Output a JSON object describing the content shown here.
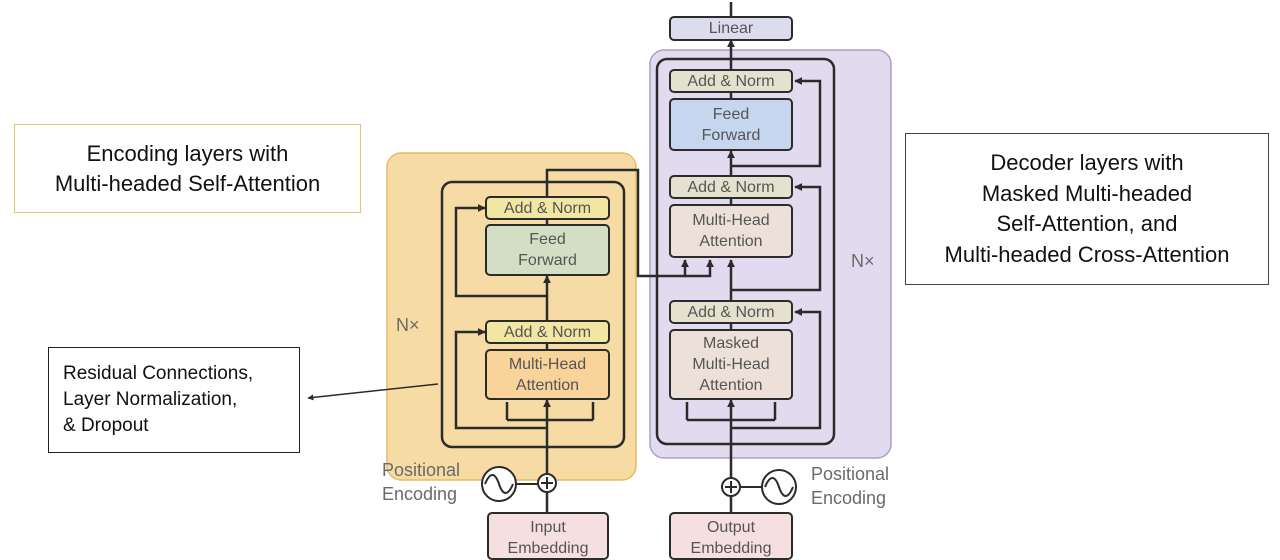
{
  "encoder": {
    "repeat_label": "N×",
    "add_norm_top": "Add & Norm",
    "feed_forward": [
      "Feed",
      "Forward"
    ],
    "add_norm_bottom": "Add & Norm",
    "attention": [
      "Multi-Head",
      "Attention"
    ],
    "positional_encoding": [
      "Positional",
      "Encoding"
    ],
    "input_embedding": [
      "Input",
      "Embedding"
    ]
  },
  "decoder": {
    "repeat_label": "N×",
    "linear": "Linear",
    "add_norm_top": "Add & Norm",
    "feed_forward": [
      "Feed",
      "Forward"
    ],
    "add_norm_middle": "Add & Norm",
    "cross_attention": [
      "Multi-Head",
      "Attention"
    ],
    "add_norm_bottom": "Add & Norm",
    "masked_attention": [
      "Masked",
      "Multi-Head",
      "Attention"
    ],
    "positional_encoding": [
      "Positional",
      "Encoding"
    ],
    "output_embedding": [
      "Output",
      "Embedding"
    ]
  },
  "annotations": {
    "encoder_note": [
      "Encoding layers with",
      "Multi-headed Self-Attention"
    ],
    "decoder_note": [
      "Decoder layers with",
      "Masked Multi-headed",
      "Self-Attention, and",
      "Multi-headed Cross-Attention"
    ],
    "residual_note": [
      "Residual Connections,",
      "Layer Normalization,",
      "& Dropout"
    ]
  },
  "colors": {
    "encoder_panel": "#f6dca4",
    "decoder_panel": "#e2dbef",
    "add_norm": "#f1e6a2",
    "feed_forward_encoder": "#d2dfc4",
    "feed_forward_decoder": "#c6d6ef",
    "attention_encoder": "#f8d39a",
    "attention_decoder": "#ede0d8",
    "embedding": "#f6dfe1",
    "linear": "#dcdcec",
    "line": "#2b2b2b"
  }
}
